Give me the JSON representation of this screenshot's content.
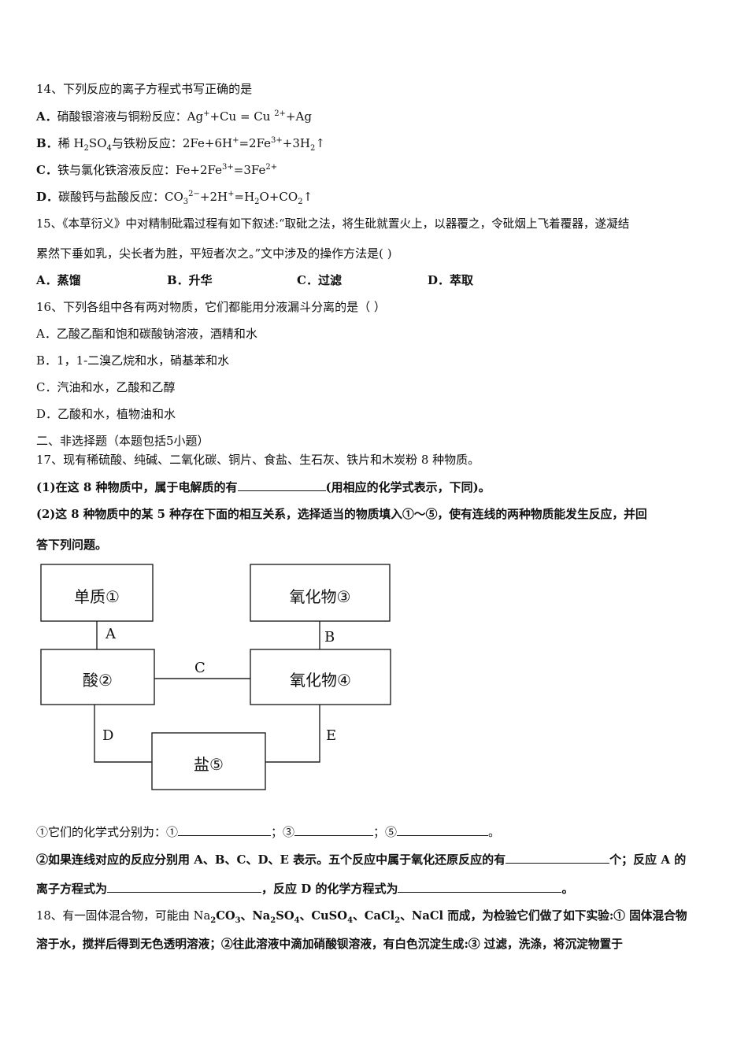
{
  "q14": {
    "stem": "14、下列反应的离子方程式书写正确的是",
    "a": {
      "label": "A．",
      "text": "硝酸银溶液与铜粉反应：Ag",
      "sup1": "+",
      "t2": "+Cu = Cu ",
      "sup2": "2+",
      "t3": "+Ag"
    },
    "b": {
      "label": "B．",
      "text": "稀 H",
      "sub1": "2",
      "t2": "SO",
      "sub2": "4",
      "t3": "与铁粉反应：2Fe+6H",
      "sup1": "+",
      "t4": "=2Fe",
      "sup2": "3+",
      "t5": "+3H",
      "sub3": "2",
      "t6": "↑"
    },
    "c": {
      "label": "C．",
      "text": "铁与氯化铁溶液反应：Fe+2Fe",
      "sup1": "3+",
      "t2": "=3Fe",
      "sup2": "2+"
    },
    "d": {
      "label": "D．",
      "text": "碳酸钙与盐酸反应：CO",
      "sub1": "3",
      "sup1": "2−",
      "t2": "+2H",
      "sup2": "+",
      "t3": "=H",
      "sub2": "2",
      "t4": "O+CO",
      "sub3": "2",
      "t5": "↑"
    }
  },
  "q15": {
    "line1": "15、《本草衍义》中对精制砒霜过程有如下叙述:“取砒之法，将生砒就置火上，以器覆之，令砒烟上飞着覆器，遂凝结",
    "line2": "累然下垂如乳，尖长者为胜，平短者次之。”文中涉及的操作方法是(        )",
    "options": [
      "A．蒸馏",
      "B．升华",
      "C．过滤",
      "D．萃取"
    ]
  },
  "q16": {
    "stem": "16、下列各组中各有两对物质，它们都能用分液漏斗分离的是（    ）",
    "a": "A．乙酸乙酯和饱和碳酸钠溶液，酒精和水",
    "b": "B．1，1-二溴乙烷和水，硝基苯和水",
    "c": "C．汽油和水，乙酸和乙醇",
    "d": "D．乙酸和水，植物油和水"
  },
  "section2": "二、非选择题（本题包括5小题）",
  "q17": {
    "stem": "17、现有稀硫酸、纯碱、二氧化碳、铜片、食盐、生石灰、铁片和木炭粉 8 种物质。",
    "p1_a": "(1)在这 8 种物质中，属于电解质的有",
    "p1_b": "(用相应的化学式表示，下同)。",
    "p2_line1": "(2)这 8 种物质中的某 5 种存在下面的相互关系，选择适当的物质填入①～⑤，使有连线的两种物质能发生反应，并回",
    "p2_line2": "答下列问题。",
    "diagram": {
      "box1": "单质①",
      "box2": "酸②",
      "box3": "氧化物③",
      "box4": "氧化物④",
      "box5": "盐⑤",
      "edgeA": "A",
      "edgeB": "B",
      "edgeC": "C",
      "edgeD": "D",
      "edgeE": "E"
    },
    "sub1_a": "①它们的化学式分别为：①",
    "sub1_b": "；③",
    "sub1_c": "；⑤",
    "sub1_d": "。",
    "sub2_a": "②如果连线对应的反应分别用 A、B、C、D、E 表示。五个反应中属于氧化还原反应的有",
    "sub2_b": "个；反应 A 的",
    "sub2_c": "离子方程式为",
    "sub2_d": "，反应 D 的化学方程式为",
    "sub2_e": "。"
  },
  "q18": {
    "line1_a": "18、有一固体混合物，可能由 Na",
    "line1_b": "CO",
    "line1_c": "、Na",
    "line1_d": "SO",
    "line1_e": "、CuSO",
    "line1_f": "、CaCl",
    "line1_g": "、NaCl 而成，为检验它们做了如下实验:① 固体混合物",
    "sub_2": "2",
    "sub_3": "3",
    "sub_4": "4",
    "line2": "溶于水，搅拌后得到无色透明溶液；②往此溶液中滴加硝酸钡溶液，有白色沉淀生成:③ 过滤，洗涤，将沉淀物置于"
  }
}
